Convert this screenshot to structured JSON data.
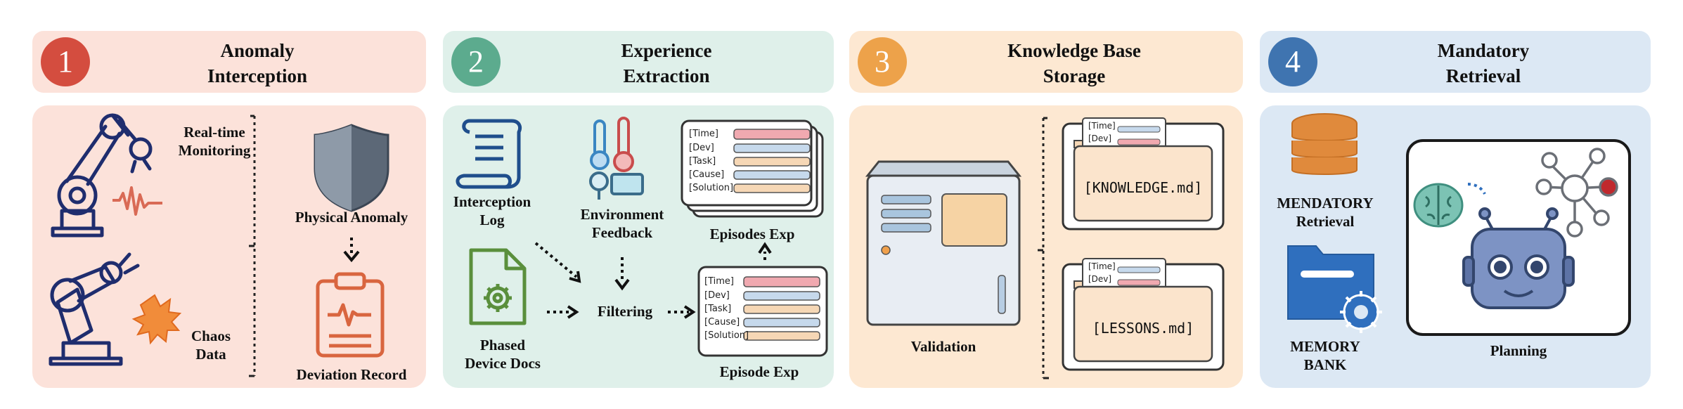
{
  "stages": [
    {
      "num": "1",
      "title": "Anomaly\nInterception",
      "color": "#fce2da",
      "circle": "#d44d3f"
    },
    {
      "num": "2",
      "title": "Experience\nExtraction",
      "color": "#dff0ea",
      "circle": "#5cab8e"
    },
    {
      "num": "3",
      "title": "Knowledge Base\nStorage",
      "color": "#fde8d2",
      "circle": "#eda24a"
    },
    {
      "num": "4",
      "title": "Mandatory\nRetrieval",
      "color": "#dce8f4",
      "circle": "#3f74b0"
    }
  ],
  "panel1": {
    "monitoring": "Real-time\nMonitoring",
    "chaos": "Chaos\nData",
    "physical_anomaly": "Physical Anomaly",
    "deviation_record": "Deviation Record"
  },
  "panel2": {
    "interception_log": "Interception\nLog",
    "environment_feedback": "Environment\nFeedback",
    "phased_docs": "Phased\nDevice Docs",
    "filtering": "Filtering",
    "episodes_exp": "Episodes Exp",
    "episode_exp": "Episode Exp",
    "fields": [
      "[Time]",
      "[Dev]",
      "[Task]",
      "[Cause]",
      "[Solution]"
    ]
  },
  "panel3": {
    "validation": "Validation",
    "knowledge_file": "[KNOWLEDGE.md]",
    "lessons_file": "[LESSONS.md]",
    "tab_fields": [
      "[Time]",
      "[Dev]"
    ]
  },
  "panel4": {
    "mandatory": "MENDATORY\nRetrieval",
    "memory_bank": "MEMORY\nBANK",
    "planning": "Planning"
  },
  "colors": {
    "navy": "#1f2d6e",
    "pink_bar": "#f0a9b0",
    "blue_bar": "#c6d9ec",
    "peach_bar": "#f6d7b5",
    "orange": "#e07a45",
    "green": "#5a8f3c"
  }
}
